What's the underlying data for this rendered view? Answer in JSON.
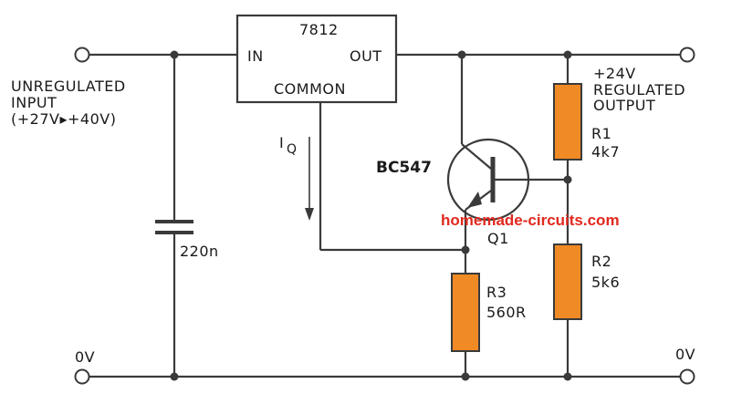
{
  "regulator": {
    "part": "7812",
    "pin_in": "IN",
    "pin_out": "OUT",
    "pin_common": "COMMON"
  },
  "input": {
    "line1": "UNREGULATED",
    "line2": "INPUT",
    "line3": "(+27V▸+40V)"
  },
  "output": {
    "line1": "+24V",
    "line2": "REGULATED",
    "line3": "OUTPUT"
  },
  "capacitor": {
    "value": "220n"
  },
  "quiescent_current": {
    "symbol": "I",
    "subscript": "Q"
  },
  "transistor": {
    "part": "BC547",
    "ref": "Q1"
  },
  "r1": {
    "ref": "R1",
    "value": "4k7"
  },
  "r2": {
    "ref": "R2",
    "value": "5k6"
  },
  "r3": {
    "ref": "R3",
    "value": "560R"
  },
  "ground_left": "0V",
  "ground_right": "0V",
  "watermark": "homemade-circuits.com",
  "colors": {
    "resistor_fill": "#f08a24",
    "watermark": "#e0281e",
    "wire": "#3a3a3a"
  }
}
